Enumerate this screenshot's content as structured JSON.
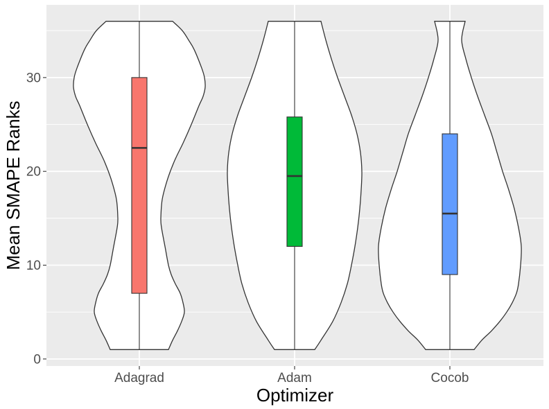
{
  "chart_data": {
    "type": "violin",
    "xlabel": "Optimizer",
    "ylabel": "Mean SMAPE Ranks",
    "categories": [
      "Adagrad",
      "Adam",
      "Cocob"
    ],
    "ylim": [
      -0.75,
      37.75
    ],
    "yticks": [
      0,
      10,
      20,
      30
    ],
    "grid": true,
    "legend": "none",
    "colors": {
      "panel": "#ebebeb",
      "grid": "#ffffff",
      "outline": "#333333",
      "violin_fill": "#ffffff"
    },
    "series": [
      {
        "category": "Adagrad",
        "box_color": "#f8766d",
        "min": 1,
        "q1": 7,
        "median": 22.5,
        "q3": 30,
        "max": 36,
        "density": [
          [
            1,
            0.42
          ],
          [
            2,
            0.48
          ],
          [
            3,
            0.55
          ],
          [
            4,
            0.61
          ],
          [
            5,
            0.65
          ],
          [
            6,
            0.63
          ],
          [
            7,
            0.59
          ],
          [
            8,
            0.52
          ],
          [
            9,
            0.46
          ],
          [
            10,
            0.42
          ],
          [
            12,
            0.37
          ],
          [
            14,
            0.32
          ],
          [
            15,
            0.31
          ],
          [
            17,
            0.33
          ],
          [
            19,
            0.4
          ],
          [
            21,
            0.5
          ],
          [
            23,
            0.63
          ],
          [
            25,
            0.75
          ],
          [
            27,
            0.86
          ],
          [
            28,
            0.92
          ],
          [
            29,
            0.95
          ],
          [
            30,
            0.94
          ],
          [
            31,
            0.9
          ],
          [
            33,
            0.79
          ],
          [
            34,
            0.71
          ],
          [
            35,
            0.62
          ],
          [
            36,
            0.48
          ]
        ]
      },
      {
        "category": "Adam",
        "box_color": "#00ba38",
        "min": 1,
        "q1": 12,
        "median": 19.5,
        "q3": 25.8,
        "max": 36,
        "density": [
          [
            1,
            0.29
          ],
          [
            2,
            0.38
          ],
          [
            4,
            0.55
          ],
          [
            6,
            0.67
          ],
          [
            8,
            0.76
          ],
          [
            10,
            0.82
          ],
          [
            12,
            0.87
          ],
          [
            14,
            0.91
          ],
          [
            16,
            0.94
          ],
          [
            18,
            0.96
          ],
          [
            20,
            0.97
          ],
          [
            22,
            0.95
          ],
          [
            24,
            0.9
          ],
          [
            26,
            0.82
          ],
          [
            28,
            0.72
          ],
          [
            30,
            0.62
          ],
          [
            32,
            0.53
          ],
          [
            34,
            0.45
          ],
          [
            36,
            0.38
          ]
        ]
      },
      {
        "category": "Cocob",
        "box_color": "#619cff",
        "min": 1,
        "q1": 9,
        "median": 15.5,
        "q3": 24,
        "max": 36,
        "density": [
          [
            1,
            0.35
          ],
          [
            2,
            0.46
          ],
          [
            3,
            0.6
          ],
          [
            4,
            0.72
          ],
          [
            5,
            0.82
          ],
          [
            6,
            0.9
          ],
          [
            7,
            0.96
          ],
          [
            8,
            0.99
          ],
          [
            10,
            1.02
          ],
          [
            12,
            1.03
          ],
          [
            14,
            0.99
          ],
          [
            16,
            0.93
          ],
          [
            18,
            0.85
          ],
          [
            20,
            0.76
          ],
          [
            22,
            0.68
          ],
          [
            24,
            0.6
          ],
          [
            26,
            0.5
          ],
          [
            28,
            0.4
          ],
          [
            30,
            0.31
          ],
          [
            32,
            0.23
          ],
          [
            34,
            0.17
          ],
          [
            36,
            0.22
          ]
        ]
      }
    ]
  }
}
